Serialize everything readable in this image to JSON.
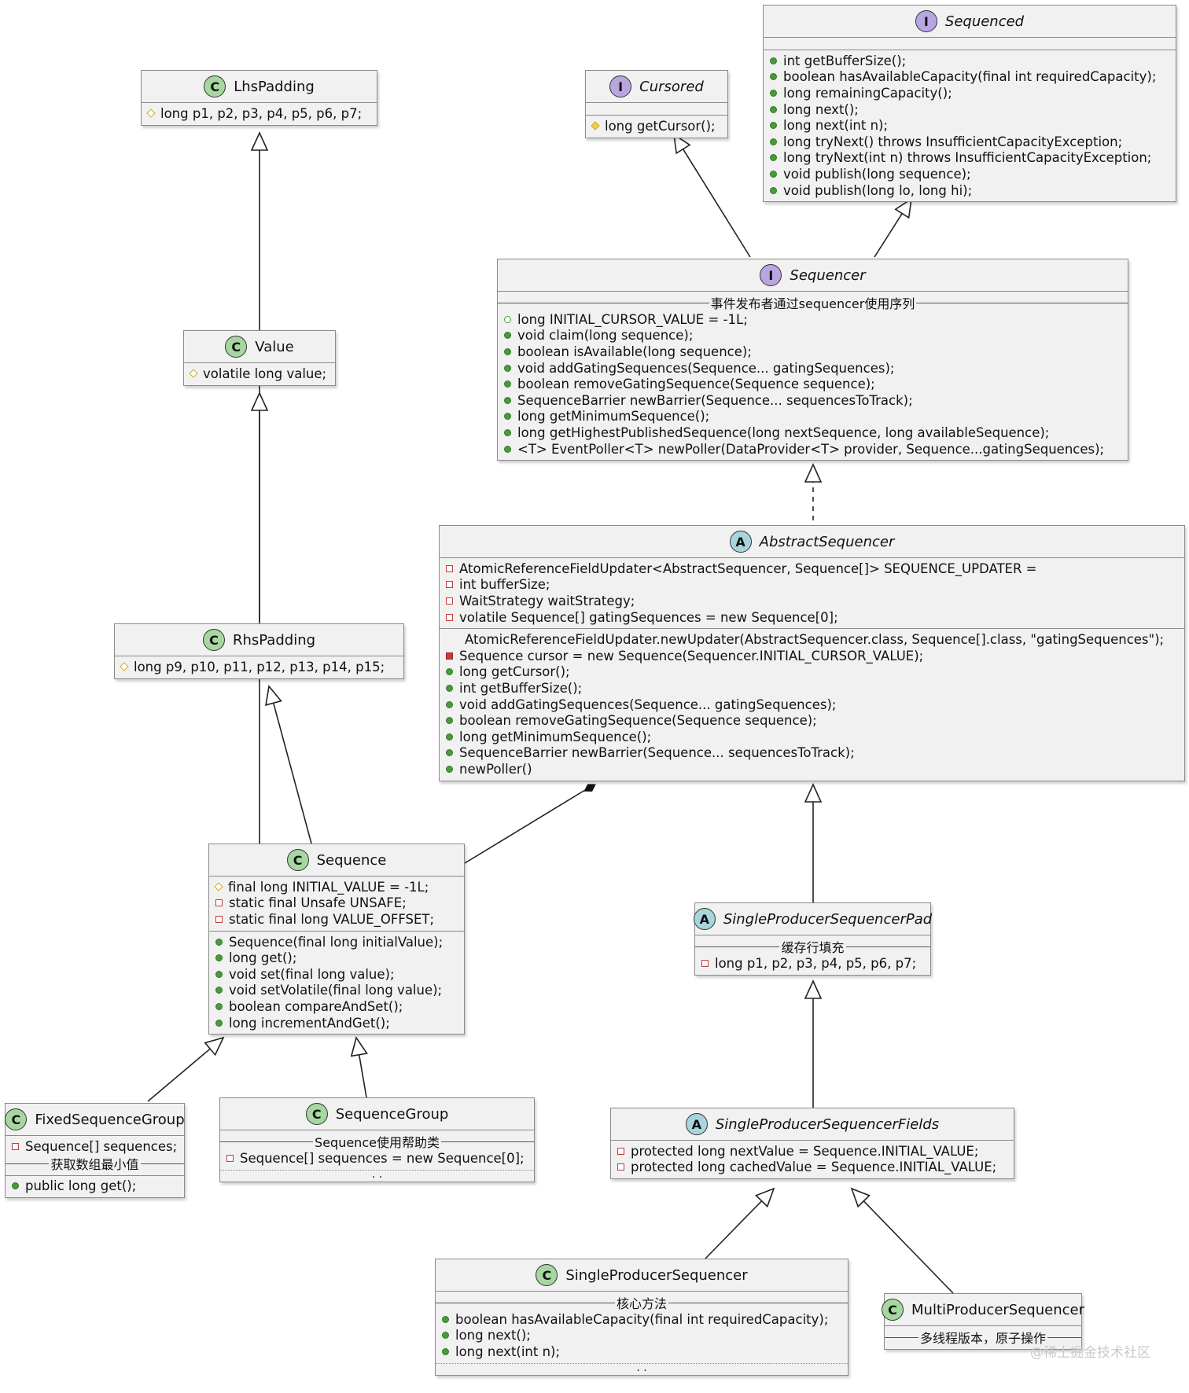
{
  "watermark": "@稀土掘金技术社区",
  "nodes": {
    "sequenced": {
      "kind": "I",
      "name": "Sequenced",
      "sections": [
        {
          "rows": []
        },
        {
          "rows": [
            {
              "v": "pub",
              "t": "int getBufferSize();"
            },
            {
              "v": "pub",
              "t": "boolean hasAvailableCapacity(final int requiredCapacity);"
            },
            {
              "v": "pub",
              "t": "long remainingCapacity();"
            },
            {
              "v": "pub",
              "t": "long next();"
            },
            {
              "v": "pub",
              "t": "long next(int n);"
            },
            {
              "v": "pub",
              "t": "long tryNext() throws InsufficientCapacityException;"
            },
            {
              "v": "pub",
              "t": "long tryNext(int n) throws InsufficientCapacityException;"
            },
            {
              "v": "pub",
              "t": "void publish(long sequence);"
            },
            {
              "v": "pub",
              "t": "void publish(long lo, long hi);"
            }
          ]
        }
      ]
    },
    "cursored": {
      "kind": "I",
      "name": "Cursored",
      "sections": [
        {
          "rows": []
        },
        {
          "rows": [
            {
              "v": "protf",
              "t": "long getCursor();"
            }
          ]
        }
      ]
    },
    "lhspadding": {
      "kind": "C",
      "name": "LhsPadding",
      "sections": [
        {
          "rows": [
            {
              "v": "prot",
              "t": "long p1, p2, p3, p4, p5, p6, p7;"
            }
          ]
        }
      ]
    },
    "value": {
      "kind": "C",
      "name": "Value",
      "sections": [
        {
          "rows": [
            {
              "v": "prot",
              "t": "volatile long value;"
            }
          ]
        }
      ]
    },
    "sequencer": {
      "kind": "I",
      "name": "Sequencer",
      "sections": [
        {
          "separator": "事件发布者通过sequencer使用序列",
          "rows": [
            {
              "v": "pubo",
              "t": "long INITIAL_CURSOR_VALUE = -1L;"
            },
            {
              "v": "pub",
              "t": "void claim(long sequence);"
            },
            {
              "v": "pub",
              "t": "boolean isAvailable(long sequence);"
            },
            {
              "v": "pub",
              "t": "void addGatingSequences(Sequence... gatingSequences);"
            },
            {
              "v": "pub",
              "t": "boolean removeGatingSequence(Sequence sequence);"
            },
            {
              "v": "pub",
              "t": "SequenceBarrier newBarrier(Sequence... sequencesToTrack);"
            },
            {
              "v": "pub",
              "t": "long getMinimumSequence();"
            },
            {
              "v": "pub",
              "t": "long getHighestPublishedSequence(long nextSequence, long availableSequence);"
            },
            {
              "v": "pub",
              "t": "<T> EventPoller<T> newPoller(DataProvider<T> provider, Sequence...gatingSequences);"
            }
          ]
        }
      ]
    },
    "abstractsequencer": {
      "kind": "A",
      "name": "AbstractSequencer",
      "sections": [
        {
          "rows": [
            {
              "v": "priv",
              "t": "AtomicReferenceFieldUpdater<AbstractSequencer, Sequence[]> SEQUENCE_UPDATER ="
            },
            {
              "v": "priv",
              "t": "int bufferSize;"
            },
            {
              "v": "priv",
              "t": "WaitStrategy waitStrategy;"
            },
            {
              "v": "priv",
              "t": "volatile Sequence[] gatingSequences = new Sequence[0];"
            }
          ]
        },
        {
          "rows": [
            {
              "v": "none",
              "t": "AtomicReferenceFieldUpdater.newUpdater(AbstractSequencer.class, Sequence[].class, \"gatingSequences\");"
            },
            {
              "v": "privf",
              "t": "Sequence cursor = new Sequence(Sequencer.INITIAL_CURSOR_VALUE);"
            },
            {
              "v": "pub",
              "t": "long getCursor();"
            },
            {
              "v": "pub",
              "t": "int getBufferSize();"
            },
            {
              "v": "pub",
              "t": "void addGatingSequences(Sequence... gatingSequences);"
            },
            {
              "v": "pub",
              "t": "boolean removeGatingSequence(Sequence sequence);"
            },
            {
              "v": "pub",
              "t": "long getMinimumSequence();"
            },
            {
              "v": "pub",
              "t": "SequenceBarrier newBarrier(Sequence... sequencesToTrack);"
            },
            {
              "v": "pub",
              "t": "newPoller()"
            }
          ]
        }
      ]
    },
    "rhspadding": {
      "kind": "C",
      "name": "RhsPadding",
      "sections": [
        {
          "rows": [
            {
              "v": "prot",
              "t": "long p9, p10, p11, p12, p13, p14, p15;"
            }
          ]
        }
      ]
    },
    "sequence": {
      "kind": "C",
      "name": "Sequence",
      "sections": [
        {
          "rows": [
            {
              "v": "prot",
              "t": "final long INITIAL_VALUE = -1L;"
            },
            {
              "v": "priv",
              "t": "static final Unsafe UNSAFE;"
            },
            {
              "v": "priv",
              "t": "static final long VALUE_OFFSET;"
            }
          ]
        },
        {
          "rows": [
            {
              "v": "pub",
              "t": "Sequence(final long initialValue);"
            },
            {
              "v": "pub",
              "t": "long get();"
            },
            {
              "v": "pub",
              "t": "void set(final long value);"
            },
            {
              "v": "pub",
              "t": "void setVolatile(final long value);"
            },
            {
              "v": "pub",
              "t": "boolean compareAndSet();"
            },
            {
              "v": "pub",
              "t": "long incrementAndGet();"
            }
          ]
        }
      ]
    },
    "spspad": {
      "kind": "A",
      "name": "SingleProducerSequencerPad",
      "sections": [
        {
          "separator": "缓存行填充",
          "rows": [
            {
              "v": "priv",
              "t": "long p1, p2, p3, p4, p5, p6, p7;"
            }
          ]
        }
      ]
    },
    "fixedsequencegroup": {
      "kind": "C",
      "name": "FixedSequenceGroup",
      "sections": [
        {
          "rows": [
            {
              "v": "priv",
              "t": "Sequence[] sequences;"
            }
          ],
          "separator_after": "获取数组最小值"
        },
        {
          "rows": [
            {
              "v": "pub",
              "t": "public long get();"
            }
          ]
        }
      ]
    },
    "sequencegroup": {
      "kind": "C",
      "name": "SequenceGroup",
      "sections": [
        {
          "separator": "Sequence使用帮助类",
          "dotted": true,
          "rows": [
            {
              "v": "priv",
              "t": "Sequence[] sequences = new Sequence[0];"
            }
          ]
        },
        {
          "dots": ". ."
        }
      ]
    },
    "spsfields": {
      "kind": "A",
      "name": "SingleProducerSequencerFields",
      "sections": [
        {
          "rows": [
            {
              "v": "priv",
              "t": "protected long nextValue = Sequence.INITIAL_VALUE;"
            },
            {
              "v": "priv",
              "t": "protected long cachedValue = Sequence.INITIAL_VALUE;"
            }
          ]
        }
      ]
    },
    "singleproducersequencer": {
      "kind": "C",
      "name": "SingleProducerSequencer",
      "sections": [
        {
          "separator": "核心方法",
          "dotted": true,
          "rows": [
            {
              "v": "pub",
              "t": "boolean hasAvailableCapacity(final int requiredCapacity);"
            },
            {
              "v": "pub",
              "t": "long next();"
            },
            {
              "v": "pub",
              "t": "long next(int n);"
            }
          ]
        },
        {
          "dots": ". ."
        }
      ]
    },
    "multiproducersequencer": {
      "kind": "C",
      "name": "MultiProducerSequencer",
      "sections": [
        {
          "separator": "多线程版本，原子操作",
          "rows": []
        }
      ]
    }
  }
}
